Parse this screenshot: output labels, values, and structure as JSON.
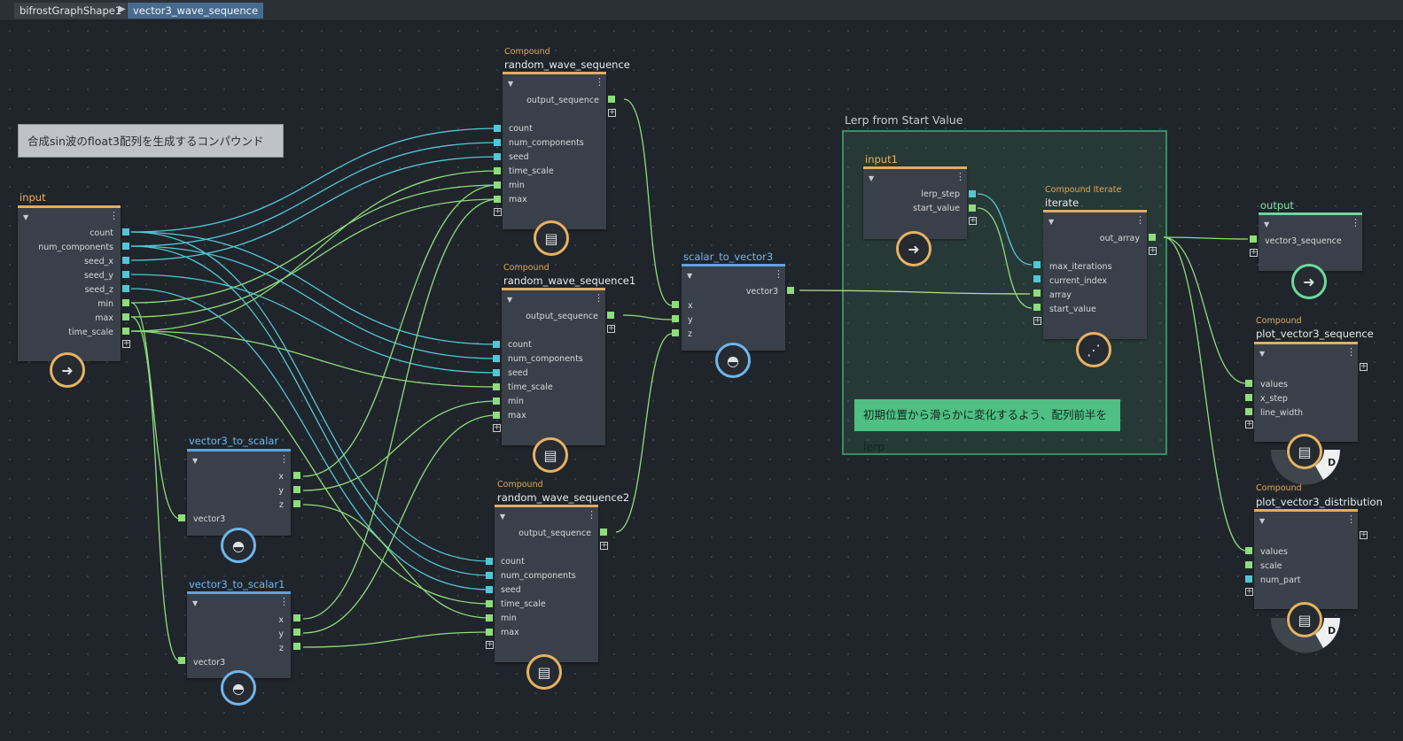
{
  "breadcrumb": {
    "items": [
      "bifrostGraphShape1",
      "vector3_wave_sequence"
    ]
  },
  "colors": {
    "compound": "#e0ad64",
    "operator": "#5aa6e0",
    "output": "#6ed69e",
    "wire_cyan": "#53c6d6",
    "wire_green": "#8fdc7d"
  },
  "notes": {
    "sticky1": "合成sin波のfloat3配列を生成するコンパウンド",
    "sticky2": "初期位置から滑らかに変化するよう、配列前半をlerp",
    "backdrop_title": "Lerp from Start Value"
  },
  "nodes": {
    "input": {
      "title": "input",
      "ports": [
        "count",
        "num_components",
        "seed_x",
        "seed_y",
        "seed_z",
        "min",
        "max",
        "time_scale"
      ],
      "icon": "arrow-right-icon"
    },
    "rws0": {
      "type": "Compound",
      "title": "random_wave_sequence",
      "output": "output_sequence",
      "ports": [
        "count",
        "num_components",
        "seed",
        "time_scale",
        "min",
        "max"
      ],
      "icon": "compound-icon"
    },
    "rws1": {
      "type": "Compound",
      "title": "random_wave_sequence1",
      "output": "output_sequence",
      "ports": [
        "count",
        "num_components",
        "seed",
        "time_scale",
        "min",
        "max"
      ],
      "icon": "compound-icon"
    },
    "rws2": {
      "type": "Compound",
      "title": "random_wave_sequence2",
      "output": "output_sequence",
      "ports": [
        "count",
        "num_components",
        "seed",
        "time_scale",
        "min",
        "max"
      ],
      "icon": "compound-icon"
    },
    "v2s0": {
      "title": "vector3_to_scalar",
      "outputs": [
        "x",
        "y",
        "z"
      ],
      "input": "vector3",
      "icon": "operator-icon"
    },
    "v2s1": {
      "title": "vector3_to_scalar1",
      "outputs": [
        "x",
        "y",
        "z"
      ],
      "input": "vector3",
      "icon": "operator-icon"
    },
    "s2v": {
      "title": "scalar_to_vector3",
      "output": "vector3",
      "ports": [
        "x",
        "y",
        "z"
      ],
      "icon": "operator-icon"
    },
    "input1": {
      "title": "input1",
      "ports": [
        "lerp_step",
        "start_value"
      ],
      "icon": "arrow-right-icon"
    },
    "iterate": {
      "type": "Compound Iterate",
      "title": "iterate",
      "output": "out_array",
      "ports": [
        "max_iterations",
        "current_index",
        "array",
        "start_value"
      ],
      "icon": "iterate-icon"
    },
    "output": {
      "title": "output",
      "ports": [
        "vector3_sequence"
      ],
      "icon": "output-icon"
    },
    "plot1": {
      "type": "Compound",
      "title": "plot_vector3_sequence",
      "ports": [
        "values",
        "x_step",
        "line_width"
      ],
      "badge_letter": "D",
      "icon": "compound-icon"
    },
    "plot2": {
      "type": "Compound",
      "title": "plot_vector3_distribution",
      "ports": [
        "values",
        "scale",
        "num_part"
      ],
      "badge_letter": "D",
      "icon": "compound-icon"
    }
  }
}
